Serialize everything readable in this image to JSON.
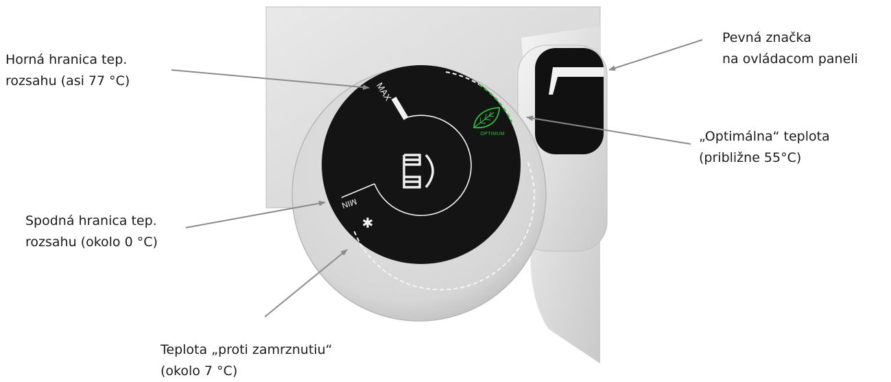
{
  "dial": {
    "max_label": "MAX",
    "min_label": "MIN",
    "optimum_label": "OPTIMUM",
    "frost_symbol": "✱",
    "logo_icon": "brand-logo-icon",
    "leaf_icon": "leaf-icon",
    "accent_color": "#2fbf3f"
  },
  "annotations": {
    "max_limit": {
      "line1": "Horná hranica tep.",
      "line2": "rozsahu (asi 77 °C)"
    },
    "panel_mark": {
      "line1": "Pevná značka",
      "line2": "na ovládacom paneli"
    },
    "optimum": {
      "line1": "„Optimálna“ teplota",
      "line2": "(približne 55°C)"
    },
    "min_limit": {
      "line1": "Spodná hranica tep.",
      "line2": "rozsahu (okolo 0 °C)"
    },
    "antifreeze": {
      "line1": "Teplota „proti zamrznutiu“",
      "line2": "(okolo 7 °C)"
    }
  }
}
